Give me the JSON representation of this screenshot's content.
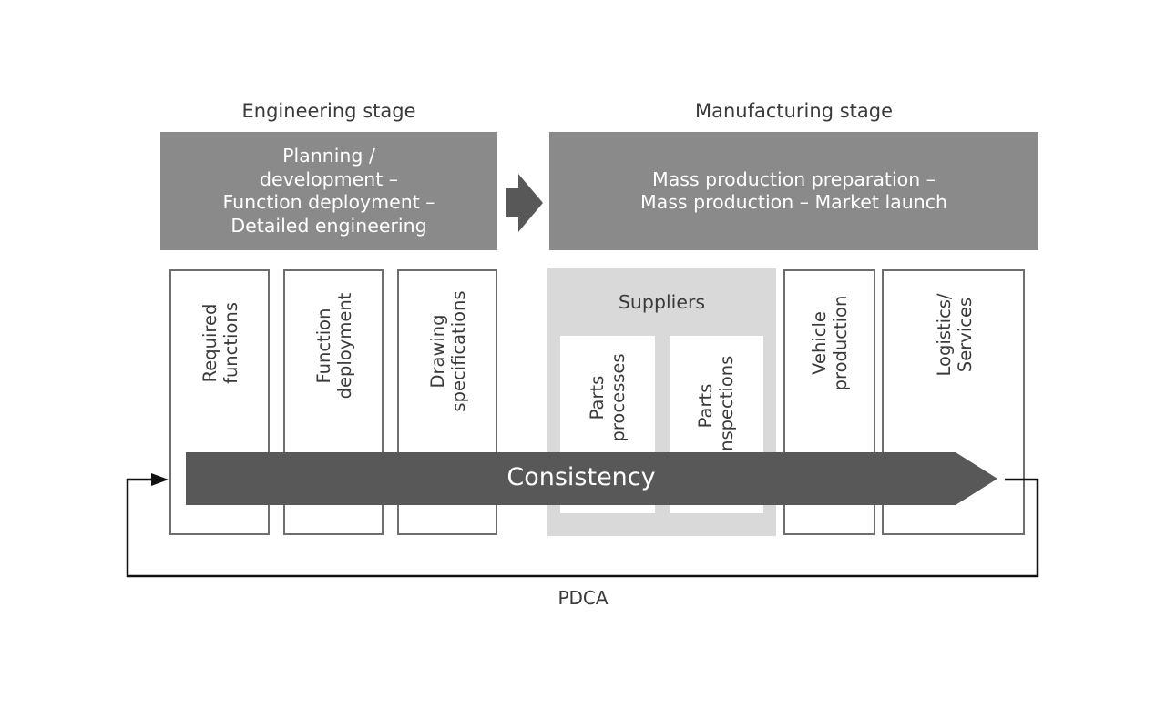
{
  "engineering": {
    "title": "Engineering stage",
    "box_lines": [
      "Planning /",
      "development –",
      "Function deployment –",
      "Detailed engineering"
    ]
  },
  "manufacturing": {
    "title": "Manufacturing stage",
    "box_lines": [
      "Mass production preparation –",
      "Mass production – Market launch"
    ]
  },
  "columns": {
    "required_functions": [
      "Required",
      "functions"
    ],
    "function_deployment": [
      "Function",
      "deployment"
    ],
    "drawing_specifications": [
      "Drawing",
      "specifications"
    ],
    "vehicle_production": [
      "Vehicle",
      "production"
    ],
    "logistics_services": [
      "Logistics/",
      "Services"
    ]
  },
  "suppliers": {
    "label": "Suppliers",
    "parts_processes": [
      "Parts",
      "processes"
    ],
    "parts_inspections": [
      "Parts",
      "inspections"
    ]
  },
  "consistency_label": "Consistency",
  "pdca_label": "PDCA",
  "colors": {
    "stage_box": "#8a8a8a",
    "consistency_arrow": "#585858",
    "suppliers_bg": "#d9d9d9",
    "border": "#6e6e6e"
  }
}
